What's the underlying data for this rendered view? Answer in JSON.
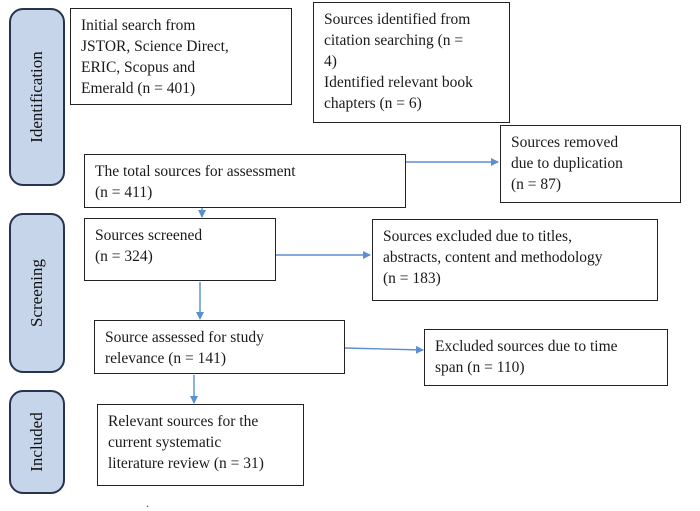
{
  "stages": {
    "identification": "Identification",
    "screening": "Screening",
    "included": "Included"
  },
  "boxes": {
    "initial_search": "Initial search from\nJSTOR, Science Direct,\nERIC, Scopus and\nEmerald (n = 401)",
    "citation_sources": "Sources identified from\ncitation searching (n =\n4)\nIdentified relevant book\nchapters (n = 6)",
    "total_sources": "The total sources for assessment\n(n = 411)",
    "removed_duplicates": "Sources removed\ndue to duplication\n(n = 87)",
    "screened": "Sources screened\n(n = 324)",
    "excluded_titles": "Sources excluded due to titles,\nabstracts, content and methodology\n(n = 183)",
    "assessed": "Source assessed for study\nrelevance (n = 141)",
    "excluded_time": "Excluded sources due to time\nspan (n = 110)",
    "included_sources": "Relevant sources for the\ncurrent systematic\nliterature review (n = 31)"
  },
  "footer_mark": ".",
  "colors": {
    "stage_fill": "#c6d5ea",
    "stage_border": "#26344f",
    "arrow": "#5b8fd0",
    "box_border": "#222222"
  }
}
